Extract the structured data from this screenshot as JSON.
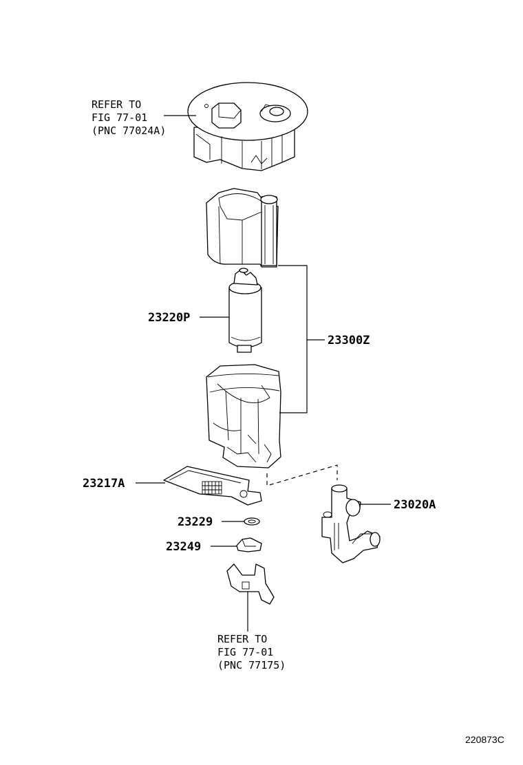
{
  "labels": {
    "top_ref": [
      "REFER TO",
      "FIG 77-01",
      "(PNC 77024A)"
    ],
    "bottom_ref": [
      "REFER TO",
      "FIG 77-01",
      "(PNC 77175)"
    ],
    "p23220P": "23220P",
    "p23300Z": "23300Z",
    "p23217A": "23217A",
    "p23229": "23229",
    "p23249": "23249",
    "p23020A": "23020A",
    "diagram_code": "220873C"
  }
}
